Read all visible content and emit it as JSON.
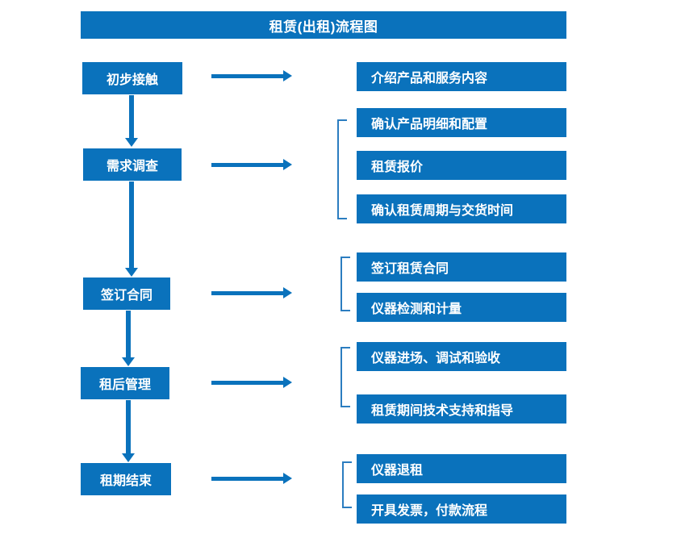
{
  "title": "租赁(出租)流程图",
  "colors": {
    "box_fill": "#0a72bc",
    "box_text": "#ffffff",
    "arrow": "#0a72bc",
    "bracket": "#2b7dc0",
    "background": "#ffffff"
  },
  "stages": [
    {
      "label": "初步接触"
    },
    {
      "label": "需求调查"
    },
    {
      "label": "签订合同"
    },
    {
      "label": "租后管理"
    },
    {
      "label": "租期结束"
    }
  ],
  "details": [
    {
      "label": "介绍产品和服务内容"
    },
    {
      "label": "确认产品明细和配置"
    },
    {
      "label": "租赁报价"
    },
    {
      "label": "确认租赁周期与交货时间"
    },
    {
      "label": "签订租赁合同"
    },
    {
      "label": "仪器检测和计量"
    },
    {
      "label": "仪器进场、调试和验收"
    },
    {
      "label": "租赁期间技术支持和指导"
    },
    {
      "label": "仪器退租"
    },
    {
      "label": "开具发票，付款流程"
    }
  ]
}
